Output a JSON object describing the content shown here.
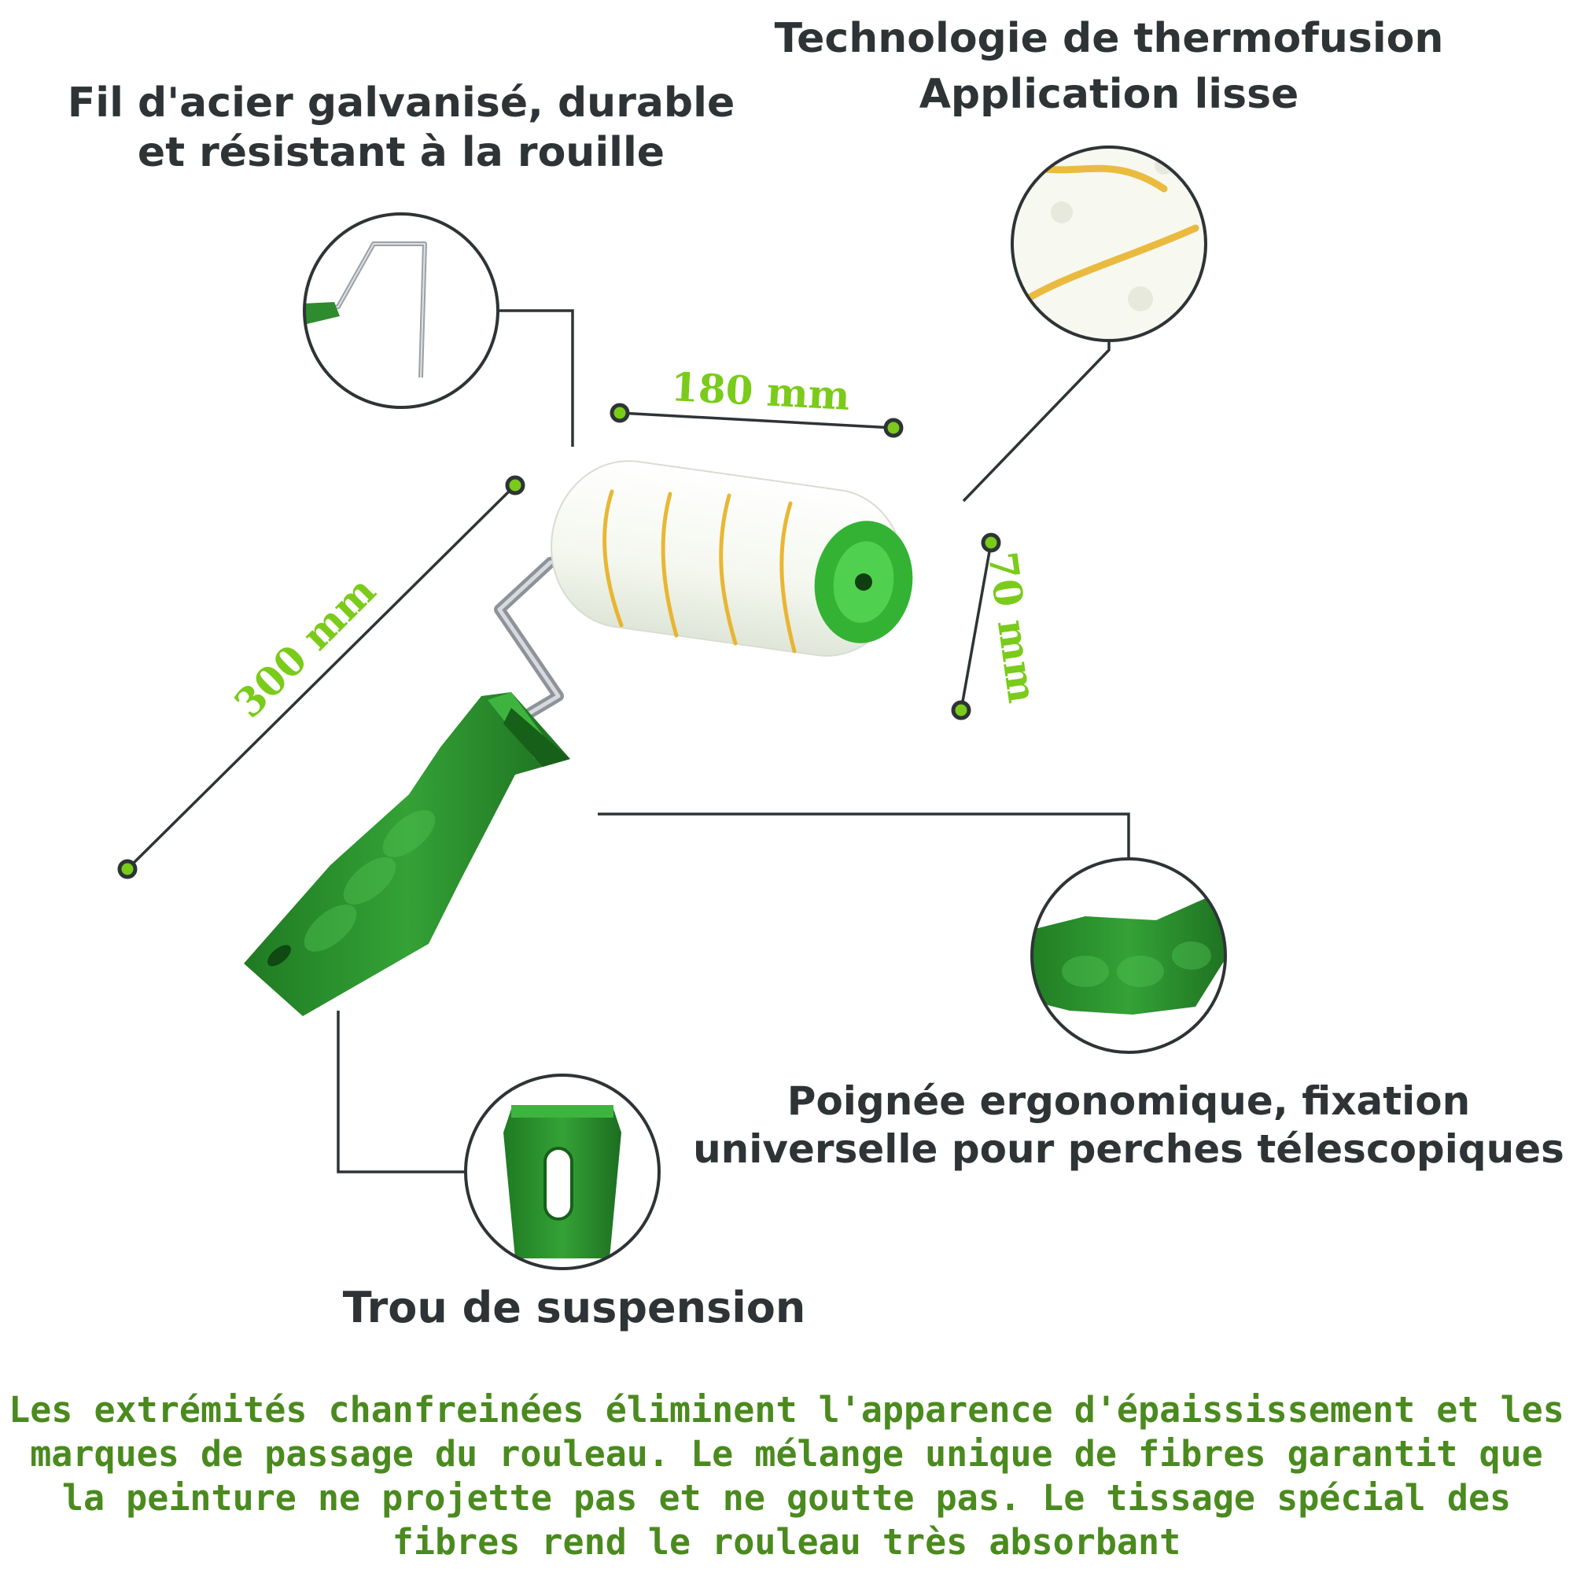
{
  "labels": {
    "thermo_line1": "Technologie de thermofusion",
    "thermo_line2": "Application lisse",
    "galva_line1": "Fil d'acier galvanisé, durable",
    "galva_line2": "et résistant à la rouille",
    "poignee_line1": "Poignée ergonomique, fixation",
    "poignee_line2": "universelle pour perches télescopiques",
    "trou": "Trou de suspension"
  },
  "dimensions": {
    "width": "180 mm",
    "diameter": "70 mm",
    "length": "300 mm"
  },
  "description": "Les extrémités chanfreinées éliminent l'apparence d'épaississement et les marques de passage du rouleau. Le mélange unique de fibres garantit que la peinture ne projette pas et ne goutte pas. Le tissage spécial des fibres rend le rouleau très absorbant",
  "colors": {
    "handle_green": "#2e8b2e",
    "accent_green": "#7acb1a",
    "text_dark": "#2e3436",
    "description_green": "#4a8a1e",
    "fiber_stripe": "#e8b020"
  }
}
